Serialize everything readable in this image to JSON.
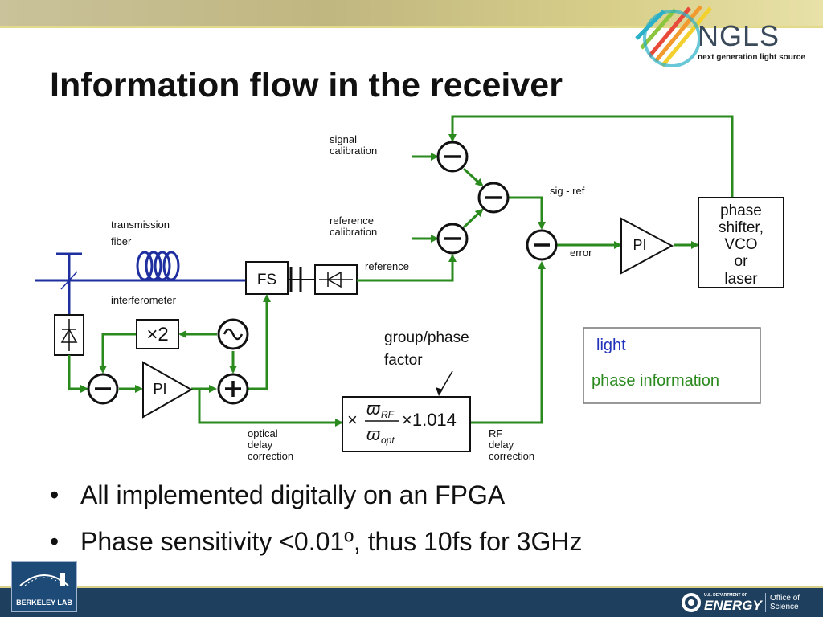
{
  "slide": {
    "title": "Information flow in the receiver",
    "logo": {
      "name": "NGLS",
      "tagline": "next generation light source"
    }
  },
  "diagram": {
    "labels": {
      "signal_calibration_1": "signal",
      "signal_calibration_2": "calibration",
      "reference_calibration_1": "reference",
      "reference_calibration_2": "calibration",
      "sig_ref": "sig - ref",
      "transmission_fiber_1": "transmission",
      "transmission_fiber_2": "fiber",
      "interferometer": "interferometer",
      "reference": "reference",
      "error": "error",
      "fs": "FS",
      "pi_top": "PI",
      "pi_bottom": "PI",
      "times2": "×2",
      "group_phase_1": "group/phase",
      "group_phase_2": "factor",
      "optical_delay_1": "optical",
      "optical_delay_2": "delay",
      "optical_delay_3": "correction",
      "rf_delay_1": "RF",
      "rf_delay_2": "delay",
      "rf_delay_3": "correction",
      "phase_shifter_1": "phase",
      "phase_shifter_2": "shifter,",
      "phase_shifter_3": "VCO",
      "phase_shifter_4": "or",
      "phase_shifter_5": "laser",
      "formula_times": "×",
      "formula_num": "ϖ",
      "formula_num_sub": "RF",
      "formula_den": "ϖ",
      "formula_den_sub": "opt",
      "formula_factor": "×1.014",
      "minus": "−",
      "plus": "+"
    },
    "legend": {
      "light": "light",
      "phase_information": "phase information"
    },
    "colors": {
      "light": "#1f2f9f",
      "phase_information": "#2a8a1e",
      "light_label": "#2233bb",
      "phase_label": "#2a8a1e"
    }
  },
  "bullets": [
    "All implemented digitally on an FPGA",
    "Phase sensitivity <0.01º, thus 10fs for 3GHz"
  ],
  "footer": {
    "berkeley_lab": "BERKELEY LAB",
    "doe_small": "U.S. DEPARTMENT OF",
    "doe_big": "ENERGY",
    "office": "Office of Science"
  }
}
